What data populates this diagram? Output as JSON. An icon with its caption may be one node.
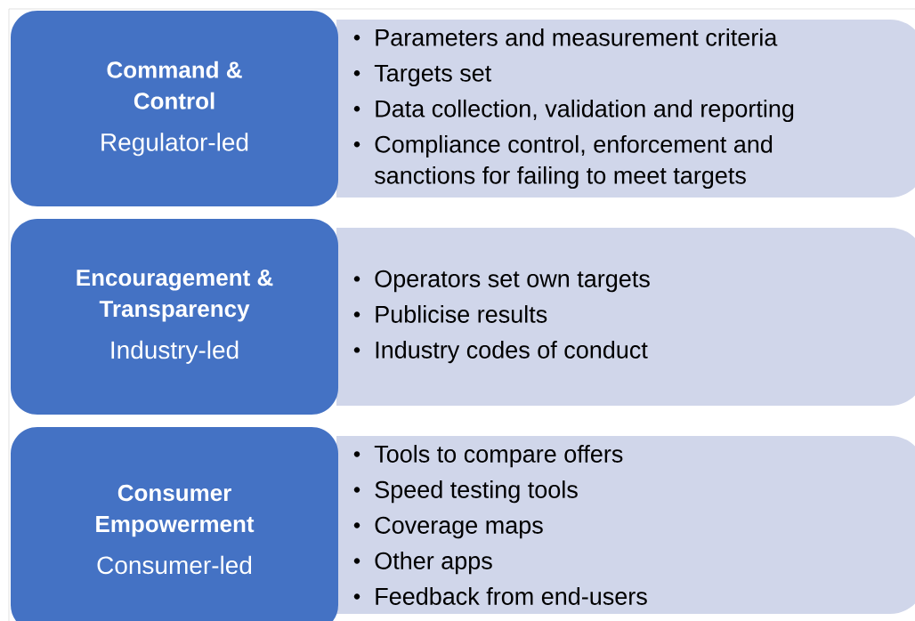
{
  "diagram": {
    "nodes": [
      {
        "text": [
          "Command & Control",
          "Regulator-led"
        ]
      },
      {
        "text": [
          "Parameters and measurement criteria",
          "Targets set",
          "Data collection, validation and reporting",
          "Compliance control, enforcement and sanctions for failing to meet targets"
        ]
      },
      {
        "text": [
          "Encouragement & Transparency",
          "Industry-led"
        ]
      },
      {
        "text": [
          "Operators set own targets",
          "Publicise results",
          "Industry codes of conduct"
        ]
      },
      {
        "text": [
          "Consumer Empowerment",
          "Consumer-led"
        ]
      },
      {
        "text": [
          "Tools to compare offers",
          "Speed testing tools",
          "Coverage maps",
          "Other apps",
          "Feedback from end-users"
        ]
      }
    ]
  }
}
